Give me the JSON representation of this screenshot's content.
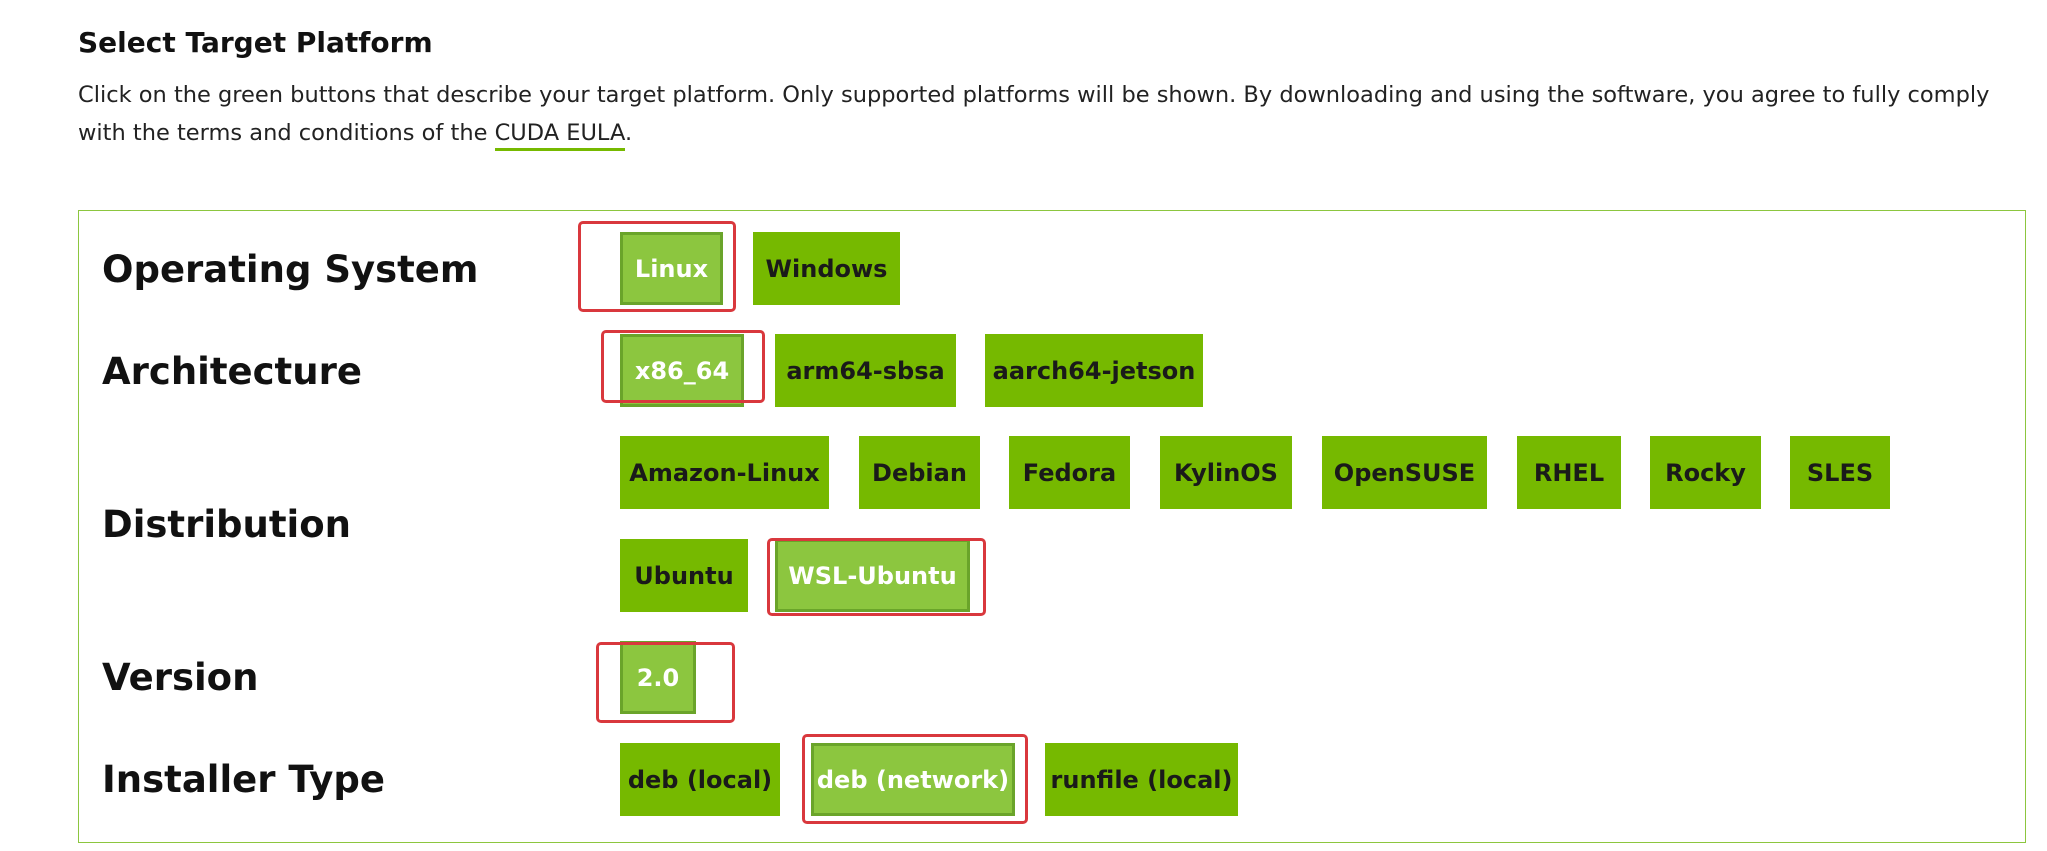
{
  "header": {
    "title": "Select Target Platform",
    "description": "Click on the green buttons that describe your target platform. Only supported platforms will be shown. By downloading and using the software, you agree to fully comply with the terms and conditions of the ",
    "eula_link": "CUDA EULA",
    "description_end": "."
  },
  "rows": {
    "os": {
      "label": "Operating System",
      "options": [
        "Linux",
        "Windows"
      ],
      "selected": "Linux"
    },
    "arch": {
      "label": "Architecture",
      "options": [
        "x86_64",
        "arm64-sbsa",
        "aarch64-jetson"
      ],
      "selected": "x86_64"
    },
    "distribution": {
      "label": "Distribution",
      "options": [
        "Amazon-Linux",
        "Debian",
        "Fedora",
        "KylinOS",
        "OpenSUSE",
        "RHEL",
        "Rocky",
        "SLES",
        "Ubuntu",
        "WSL-Ubuntu"
      ],
      "selected": "WSL-Ubuntu"
    },
    "version": {
      "label": "Version",
      "options": [
        "2.0"
      ],
      "selected": "2.0"
    },
    "installer": {
      "label": "Installer Type",
      "options": [
        "deb (local)",
        "deb (network)",
        "runfile (local)"
      ],
      "selected": "deb (network)"
    }
  },
  "colors": {
    "button": "#76b900",
    "button_selected": "#8cc63f",
    "highlight": "#d9383d",
    "panel_border": "#8cc63f"
  }
}
